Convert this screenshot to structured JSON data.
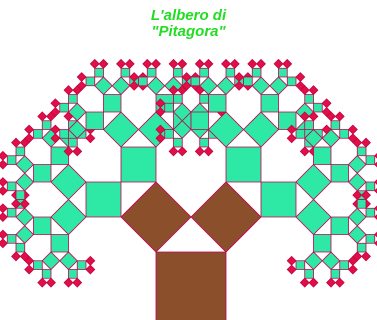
{
  "title": {
    "line1": "L'albero di",
    "line2": "\"Pitagora\""
  },
  "tree": {
    "depth": 8,
    "colors": {
      "trunk": "#8b4f2c",
      "leaf": "#2ee8a6",
      "tip": "#e01040",
      "outline": "#c00050",
      "title": "#22dd22"
    }
  }
}
